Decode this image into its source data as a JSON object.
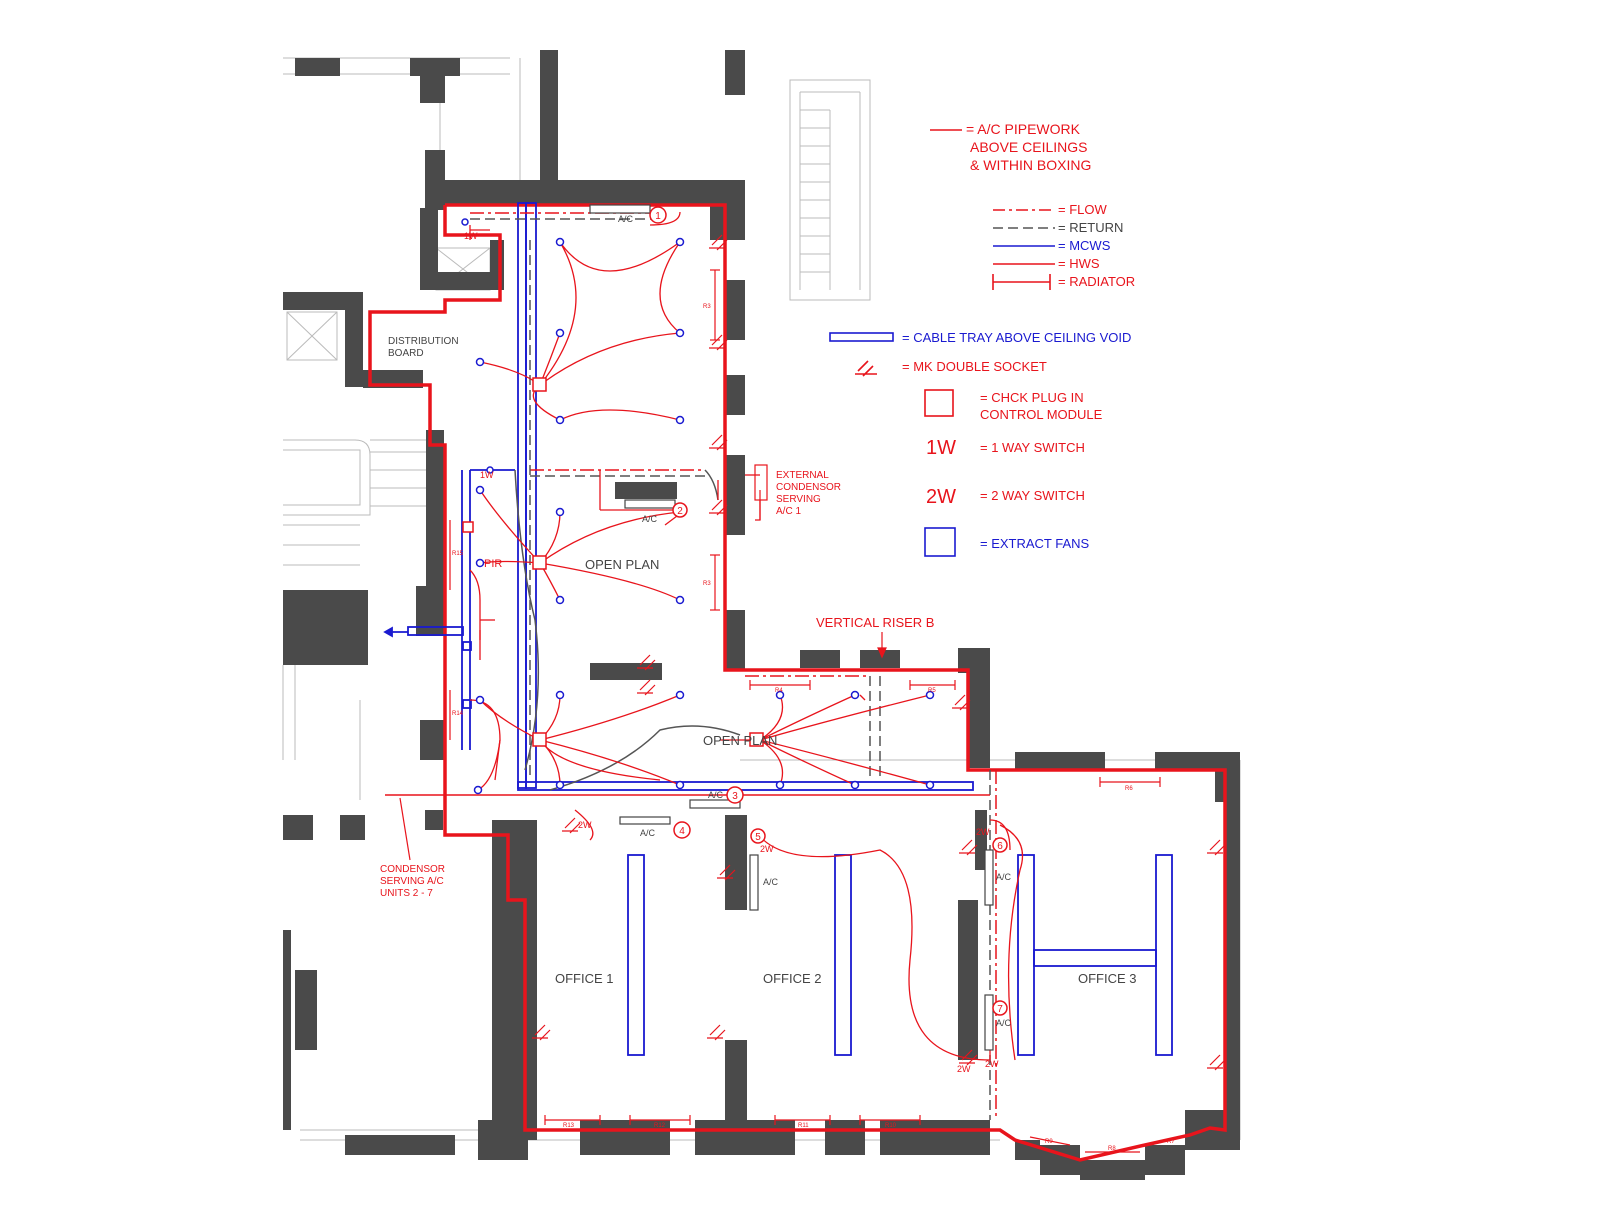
{
  "colors": {
    "wall": "#4a4a4a",
    "red": "#e8141c",
    "blue": "#1a1ad0",
    "gray": "#555555",
    "faint": "#bbbbbb"
  },
  "legend": {
    "pipework": [
      "= A/C PIPEWORK",
      "ABOVE CEILINGS",
      "&  WITHIN BOXING"
    ],
    "flow": "= FLOW",
    "return": "= RETURN",
    "mcws": "= MCWS",
    "hws": "= HWS",
    "radiator": "= RADIATOR",
    "cable_tray": "= CABLE TRAY ABOVE CEILING VOID",
    "socket": "= MK DOUBLE SOCKET",
    "plug": [
      "= CHCK PLUG IN",
      "CONTROL MODULE"
    ],
    "one_way_symbol": "1W",
    "one_way": "= 1 WAY SWITCH",
    "two_way_symbol": "2W",
    "two_way": "= 2 WAY SWITCH",
    "extract": "= EXTRACT FANS"
  },
  "rooms": {
    "open_plan_1": "OPEN PLAN",
    "open_plan_2": "OPEN PLAN",
    "office_1": "OFFICE  1",
    "office_2": "OFFICE  2",
    "office_3": "OFFICE  3"
  },
  "notes": {
    "distribution": [
      "DISTRIBUTION",
      "BOARD"
    ],
    "external_condensor": [
      "EXTERNAL",
      "CONDENSOR",
      "SERVING",
      "A/C 1"
    ],
    "condensor_units": [
      "CONDENSOR",
      "SERVING A/C",
      "UNITS 2 - 7"
    ],
    "riser": "VERTICAL RISER B",
    "pir": "PIR"
  },
  "units": {
    "ac": "A/C",
    "numbers": [
      "1",
      "2",
      "3",
      "4",
      "5",
      "6",
      "7"
    ]
  },
  "switch_labels": {
    "one_w": "1W",
    "two_w": "2W"
  },
  "radiators": [
    "R3",
    "R3",
    "R4",
    "R5",
    "R6",
    "R7",
    "R8",
    "R9",
    "R10",
    "R11",
    "R12",
    "R13",
    "R14",
    "R15"
  ]
}
